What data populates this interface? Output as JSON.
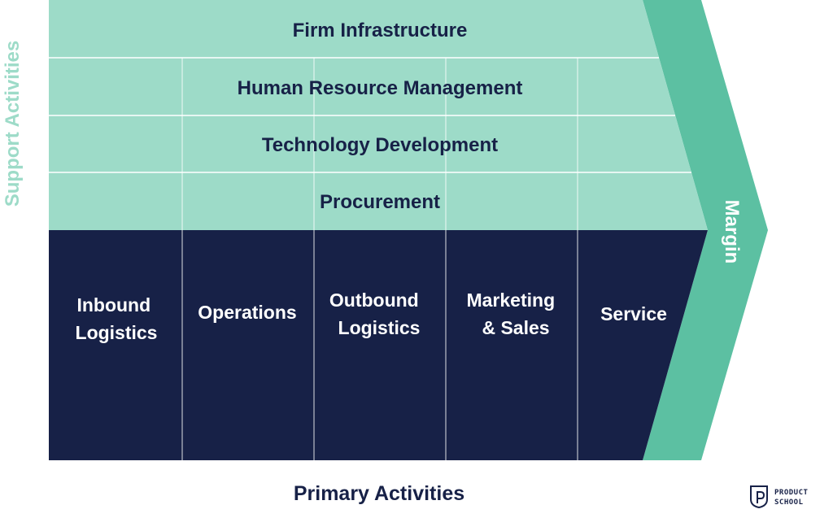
{
  "colors": {
    "support_fill": "#9ddbc8",
    "primary_fill": "#172147",
    "margin_fill": "#5cc0a2",
    "divider": "#ffffff",
    "support_axis_text": "#9ddbc8",
    "dark_text": "#172147"
  },
  "support_axis_label": "Support Activities",
  "primary_axis_label": "Primary Activities",
  "margin_label": "Margin",
  "support_activities": [
    "Firm Infrastructure",
    "Human Resource Management",
    "Technology Development",
    "Procurement"
  ],
  "primary_activities": [
    {
      "line1": "Inbound",
      "line2": "Logistics"
    },
    {
      "line1": "Operations",
      "line2": ""
    },
    {
      "line1": "Outbound",
      "line2": "Logistics"
    },
    {
      "line1": "Marketing",
      "line2": "& Sales"
    },
    {
      "line1": "Service",
      "line2": ""
    }
  ],
  "brand": {
    "line1": "PRODUCT",
    "line2": "SCHOOL",
    "logo_icon": "product-school-logo-icon"
  }
}
